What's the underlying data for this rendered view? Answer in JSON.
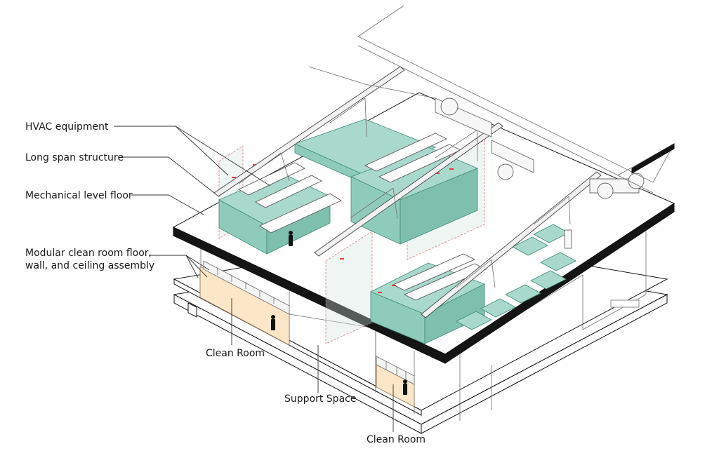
{
  "labels": {
    "hvac_equipment": "HVAC equipment",
    "long_span_structure": "Long span structure",
    "mechanical_level_floor": "Mechanical level floor",
    "modular_assembly_line1": "Modular clean room floor,",
    "modular_assembly_line2": "wall, and ceiling assembly",
    "clean_room_left": "Clean Room",
    "support_space": "Support Space",
    "clean_room_right": "Clean Room"
  },
  "colors": {
    "hvac_fill": "#a9d9cc",
    "clean_room_fill": "#fbe6c8",
    "accent_red": "#e03c3c",
    "slab_edge": "#151515"
  }
}
